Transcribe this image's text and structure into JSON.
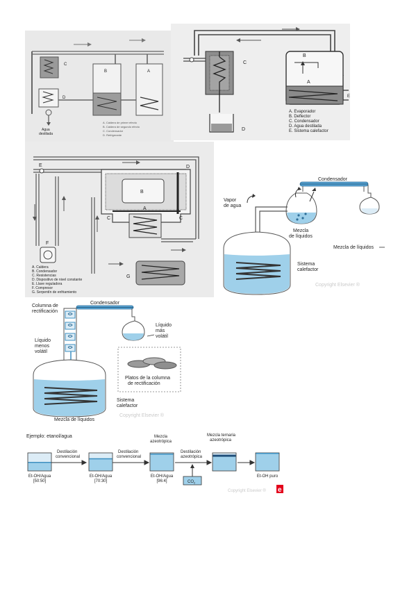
{
  "fig1": {
    "labels": {
      "c": "C",
      "b": "B",
      "a": "A",
      "d": "D"
    },
    "bottom_label": [
      "Agua",
      "destilada"
    ],
    "legend": [
      "A. Caldera de primer efecto",
      "B. Caldera de segundo efecto",
      "C. Condensador",
      "D. Refrigerante"
    ]
  },
  "fig2": {
    "labels": {
      "c": "C",
      "b": "B",
      "a": "A",
      "d": "D",
      "e": "E"
    },
    "legend": [
      "A. Evaporador",
      "B. Deflector",
      "C. Condensador",
      "D. Agua destilada",
      "E. Sistema calefactor"
    ]
  },
  "fig3": {
    "labels": {
      "e": "E",
      "d": "D",
      "b": "B",
      "a": "A",
      "c1": "C",
      "c2": "C",
      "f": "F",
      "g": "G"
    },
    "legend": [
      "A. Caldera",
      "B. Condensador",
      "C. Resistencias",
      "D. Dispositivo de nivel constante",
      "E. Llave reguladora",
      "F. Compresor",
      "G. Serpentín de enfriamiento"
    ]
  },
  "fig4": {
    "condensador": "Condensador",
    "vapor": [
      "Vapor",
      "de agua"
    ],
    "mezcla_liquidos": [
      "Mezcla",
      "de líquidos"
    ],
    "mezcla_label": "Mezcla de líquidos",
    "sistema": [
      "Sistema",
      "calefactor"
    ],
    "copyright": "Copyright Elsevier ®"
  },
  "fig5": {
    "columna": [
      "Columna de",
      "rectificación"
    ],
    "condensador": "Condensador",
    "liquido_mas": [
      "Líquido",
      "más",
      "volátil"
    ],
    "liquido_menos": [
      "Líquido",
      "menos",
      "volátil"
    ],
    "platos": [
      "Platos de la columna",
      "de rectificación"
    ],
    "sistema": [
      "Sistema",
      "calefactor"
    ],
    "mezcla": "Mezcla de líquidos",
    "copyright": "Copyright Elsevier ®"
  },
  "fig6": {
    "title": "Ejemplo: etanol/agua",
    "step1": [
      "Destilación",
      "convencional"
    ],
    "step2": [
      "Destilación",
      "convencional"
    ],
    "step3": [
      "Destilación",
      "azeotrópica"
    ],
    "azeo": [
      "Mezcla",
      "azeotrópica"
    ],
    "ternaria": [
      "Mezcla ternaria",
      "azeotrópica"
    ],
    "co2": "CO",
    "co2_sub": "2",
    "boxes": [
      {
        "label": "Et-OH/Agua",
        "ratio": "[50:50]",
        "fill": 0.5
      },
      {
        "label": "Et-OH/Agua",
        "ratio": "[70:30]",
        "fill": 0.7
      },
      {
        "label": "Et-OH/Agua",
        "ratio": "[96:4]",
        "fill": 0.96
      },
      {
        "label": "",
        "ratio": "",
        "fill": 0.9
      },
      {
        "label": "Et-OH puro",
        "ratio": "",
        "fill": 1.0
      }
    ],
    "copyright": "Copyright Elsevier ®",
    "logo_letter": "e"
  },
  "colors": {
    "water": "#9fd0ea",
    "waterDark": "#3d8fc0",
    "line": "#333333",
    "pale": "#dcecf6",
    "logo": "#e3001b"
  }
}
